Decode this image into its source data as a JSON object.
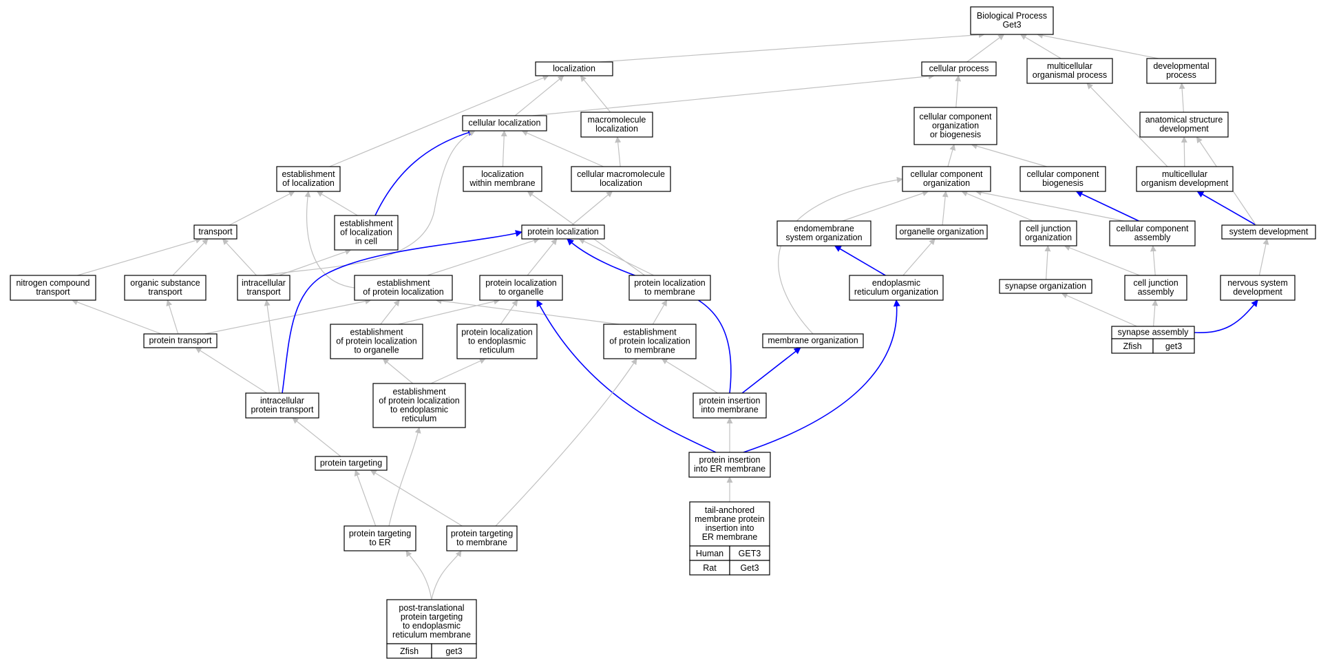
{
  "colors": {
    "default_edge": "#c0c0c0",
    "highlight_edge": "#0000ff",
    "zfish": "#6495ed",
    "human": "#f26b50",
    "rat": "#ffd700"
  },
  "nodes": {
    "bp": [
      "Biological Process",
      "Get3"
    ],
    "localization": [
      "localization"
    ],
    "cellular_process": [
      "cellular process"
    ],
    "multicellular_organismal_process": [
      "multicellular",
      "organismal process"
    ],
    "developmental_process": [
      "developmental",
      "process"
    ],
    "cellular_localization": [
      "cellular localization"
    ],
    "macromolecule_localization": [
      "macromolecule",
      "localization"
    ],
    "ccob": [
      "cellular component",
      "organization",
      "or biogenesis"
    ],
    "anatomical_structure_development": [
      "anatomical structure",
      "development"
    ],
    "establishment_of_localization": [
      "establishment",
      "of localization"
    ],
    "localization_within_membrane": [
      "localization",
      "within membrane"
    ],
    "cellular_macromolecule_localization": [
      "cellular macromolecule",
      "localization"
    ],
    "cc_organization": [
      "cellular component",
      "organization"
    ],
    "cc_biogenesis": [
      "cellular component",
      "biogenesis"
    ],
    "multicellular_organism_development": [
      "multicellular",
      "organism development"
    ],
    "establishment_of_localization_in_cell": [
      "establishment",
      "of localization",
      "in cell"
    ],
    "transport": [
      "transport"
    ],
    "protein_localization": [
      "protein localization"
    ],
    "endomembrane_system_organization": [
      "endomembrane",
      "system organization"
    ],
    "organelle_organization": [
      "organelle organization"
    ],
    "cell_junction_organization": [
      "cell junction",
      "organization"
    ],
    "cc_assembly": [
      "cellular component",
      "assembly"
    ],
    "system_development": [
      "system development"
    ],
    "nitrogen_compound_transport": [
      "nitrogen compound",
      "transport"
    ],
    "organic_substance_transport": [
      "organic substance",
      "transport"
    ],
    "intracellular_transport": [
      "intracellular",
      "transport"
    ],
    "establishment_of_protein_localization": [
      "establishment",
      "of protein localization"
    ],
    "protein_localization_to_organelle": [
      "protein localization",
      "to organelle"
    ],
    "protein_localization_to_membrane": [
      "protein localization",
      "to membrane"
    ],
    "er_organization": [
      "endoplasmic",
      "reticulum organization"
    ],
    "synapse_organization": [
      "synapse organization"
    ],
    "cell_junction_assembly": [
      "cell junction",
      "assembly"
    ],
    "nervous_system_development": [
      "nervous system",
      "development"
    ],
    "protein_transport": [
      "protein transport"
    ],
    "establishment_to_organelle": [
      "establishment",
      "of protein localization",
      "to organelle"
    ],
    "protein_localization_to_er": [
      "protein localization",
      "to endoplasmic",
      "reticulum"
    ],
    "establishment_to_membrane": [
      "establishment",
      "of protein localization",
      "to membrane"
    ],
    "membrane_organization": [
      "membrane organization"
    ],
    "synapse_assembly": [
      "synapse assembly"
    ],
    "intracellular_protein_transport": [
      "intracellular",
      "protein transport"
    ],
    "establishment_to_er": [
      "establishment",
      "of protein localization",
      "to endoplasmic",
      "reticulum"
    ],
    "protein_insertion_into_membrane": [
      "protein insertion",
      "into membrane"
    ],
    "protein_targeting": [
      "protein targeting"
    ],
    "protein_insertion_into_er_membrane": [
      "protein insertion",
      "into ER membrane"
    ],
    "protein_targeting_to_er": [
      "protein targeting",
      "to ER"
    ],
    "protein_targeting_to_membrane": [
      "protein targeting",
      "to membrane"
    ],
    "tail_anchored": [
      "tail-anchored",
      "membrane protein",
      "insertion into",
      "ER membrane"
    ],
    "post_translational": [
      "post-translational",
      "protein targeting",
      "to endoplasmic",
      "reticulum membrane"
    ]
  },
  "annotations": {
    "synapse_assembly": [
      [
        "Zfish",
        "get3",
        "zfish"
      ]
    ],
    "tail_anchored": [
      [
        "Human",
        "GET3",
        "human"
      ],
      [
        "Rat",
        "Get3",
        "rat"
      ]
    ],
    "post_translational": [
      [
        "Zfish",
        "get3",
        "zfish"
      ]
    ]
  },
  "edges": [
    [
      "localization",
      "bp",
      "gray"
    ],
    [
      "cellular_process",
      "bp",
      "gray"
    ],
    [
      "multicellular_organismal_process",
      "bp",
      "gray"
    ],
    [
      "developmental_process",
      "bp",
      "gray"
    ],
    [
      "cellular_localization",
      "localization",
      "gray"
    ],
    [
      "cellular_localization",
      "cellular_process",
      "gray"
    ],
    [
      "macromolecule_localization",
      "localization",
      "gray"
    ],
    [
      "establishment_of_localization",
      "localization",
      "gray"
    ],
    [
      "ccob",
      "cellular_process",
      "gray"
    ],
    [
      "anatomical_structure_development",
      "developmental_process",
      "gray"
    ],
    [
      "establishment_of_localization_in_cell",
      "cellular_localization",
      "blue"
    ],
    [
      "establishment_of_localization_in_cell",
      "establishment_of_localization",
      "gray"
    ],
    [
      "localization_within_membrane",
      "cellular_localization",
      "gray"
    ],
    [
      "cellular_macromolecule_localization",
      "cellular_localization",
      "gray"
    ],
    [
      "cellular_macromolecule_localization",
      "macromolecule_localization",
      "gray"
    ],
    [
      "cc_organization",
      "ccob",
      "gray"
    ],
    [
      "cc_biogenesis",
      "ccob",
      "gray"
    ],
    [
      "multicellular_organism_development",
      "multicellular_organismal_process",
      "gray"
    ],
    [
      "multicellular_organism_development",
      "anatomical_structure_development",
      "gray"
    ],
    [
      "transport",
      "establishment_of_localization",
      "gray"
    ],
    [
      "protein_localization",
      "cellular_macromolecule_localization",
      "gray"
    ],
    [
      "endomembrane_system_organization",
      "cc_organization",
      "gray"
    ],
    [
      "organelle_organization",
      "cc_organization",
      "gray"
    ],
    [
      "cell_junction_organization",
      "cc_organization",
      "gray"
    ],
    [
      "cc_assembly",
      "cc_organization",
      "gray"
    ],
    [
      "cc_assembly",
      "cc_biogenesis",
      "blue"
    ],
    [
      "system_development",
      "multicellular_organism_development",
      "blue"
    ],
    [
      "system_development",
      "anatomical_structure_development",
      "gray"
    ],
    [
      "nitrogen_compound_transport",
      "transport",
      "gray"
    ],
    [
      "organic_substance_transport",
      "transport",
      "gray"
    ],
    [
      "intracellular_transport",
      "transport",
      "gray"
    ],
    [
      "intracellular_transport",
      "establishment_of_localization_in_cell",
      "gray"
    ],
    [
      "intracellular_transport",
      "cellular_localization",
      "gray"
    ],
    [
      "establishment_of_protein_localization",
      "protein_localization",
      "gray"
    ],
    [
      "establishment_of_protein_localization",
      "establishment_of_localization",
      "gray"
    ],
    [
      "protein_localization_to_organelle",
      "protein_localization",
      "gray"
    ],
    [
      "protein_localization_to_membrane",
      "protein_localization",
      "gray"
    ],
    [
      "protein_localization_to_membrane",
      "localization_within_membrane",
      "gray"
    ],
    [
      "er_organization",
      "endomembrane_system_organization",
      "blue"
    ],
    [
      "er_organization",
      "organelle_organization",
      "gray"
    ],
    [
      "synapse_organization",
      "cell_junction_organization",
      "gray"
    ],
    [
      "cell_junction_assembly",
      "cell_junction_organization",
      "gray"
    ],
    [
      "cell_junction_assembly",
      "cc_assembly",
      "gray"
    ],
    [
      "nervous_system_development",
      "system_development",
      "gray"
    ],
    [
      "protein_transport",
      "nitrogen_compound_transport",
      "gray"
    ],
    [
      "protein_transport",
      "organic_substance_transport",
      "gray"
    ],
    [
      "protein_transport",
      "establishment_of_protein_localization",
      "gray"
    ],
    [
      "establishment_to_organelle",
      "establishment_of_protein_localization",
      "gray"
    ],
    [
      "establishment_to_organelle",
      "protein_localization_to_organelle",
      "gray"
    ],
    [
      "protein_localization_to_er",
      "protein_localization_to_organelle",
      "gray"
    ],
    [
      "establishment_to_membrane",
      "establishment_of_protein_localization",
      "gray"
    ],
    [
      "establishment_to_membrane",
      "protein_localization_to_membrane",
      "gray"
    ],
    [
      "membrane_organization",
      "cc_organization",
      "gray"
    ],
    [
      "synapse_assembly",
      "synapse_organization",
      "gray"
    ],
    [
      "synapse_assembly",
      "cell_junction_assembly",
      "gray"
    ],
    [
      "synapse_assembly",
      "nervous_system_development",
      "blue"
    ],
    [
      "intracellular_protein_transport",
      "protein_transport",
      "gray"
    ],
    [
      "intracellular_protein_transport",
      "intracellular_transport",
      "gray"
    ],
    [
      "intracellular_protein_transport",
      "protein_localization",
      "blue"
    ],
    [
      "establishment_to_er",
      "establishment_to_organelle",
      "gray"
    ],
    [
      "establishment_to_er",
      "protein_localization_to_er",
      "gray"
    ],
    [
      "protein_insertion_into_membrane",
      "establishment_to_membrane",
      "gray"
    ],
    [
      "protein_insertion_into_membrane",
      "membrane_organization",
      "blue"
    ],
    [
      "protein_insertion_into_membrane",
      "protein_localization",
      "blue"
    ],
    [
      "protein_targeting",
      "intracellular_protein_transport",
      "gray"
    ],
    [
      "protein_insertion_into_er_membrane",
      "protein_insertion_into_membrane",
      "gray"
    ],
    [
      "protein_insertion_into_er_membrane",
      "er_organization",
      "blue"
    ],
    [
      "protein_insertion_into_er_membrane",
      "protein_localization_to_organelle",
      "blue"
    ],
    [
      "protein_targeting_to_er",
      "protein_targeting",
      "gray"
    ],
    [
      "protein_targeting_to_er",
      "establishment_to_er",
      "gray"
    ],
    [
      "protein_targeting_to_membrane",
      "protein_targeting",
      "gray"
    ],
    [
      "protein_targeting_to_membrane",
      "establishment_to_membrane",
      "gray"
    ],
    [
      "tail_anchored",
      "protein_insertion_into_er_membrane",
      "gray"
    ],
    [
      "post_translational",
      "protein_targeting_to_er",
      "gray"
    ],
    [
      "post_translational",
      "protein_targeting_to_membrane",
      "gray"
    ]
  ]
}
